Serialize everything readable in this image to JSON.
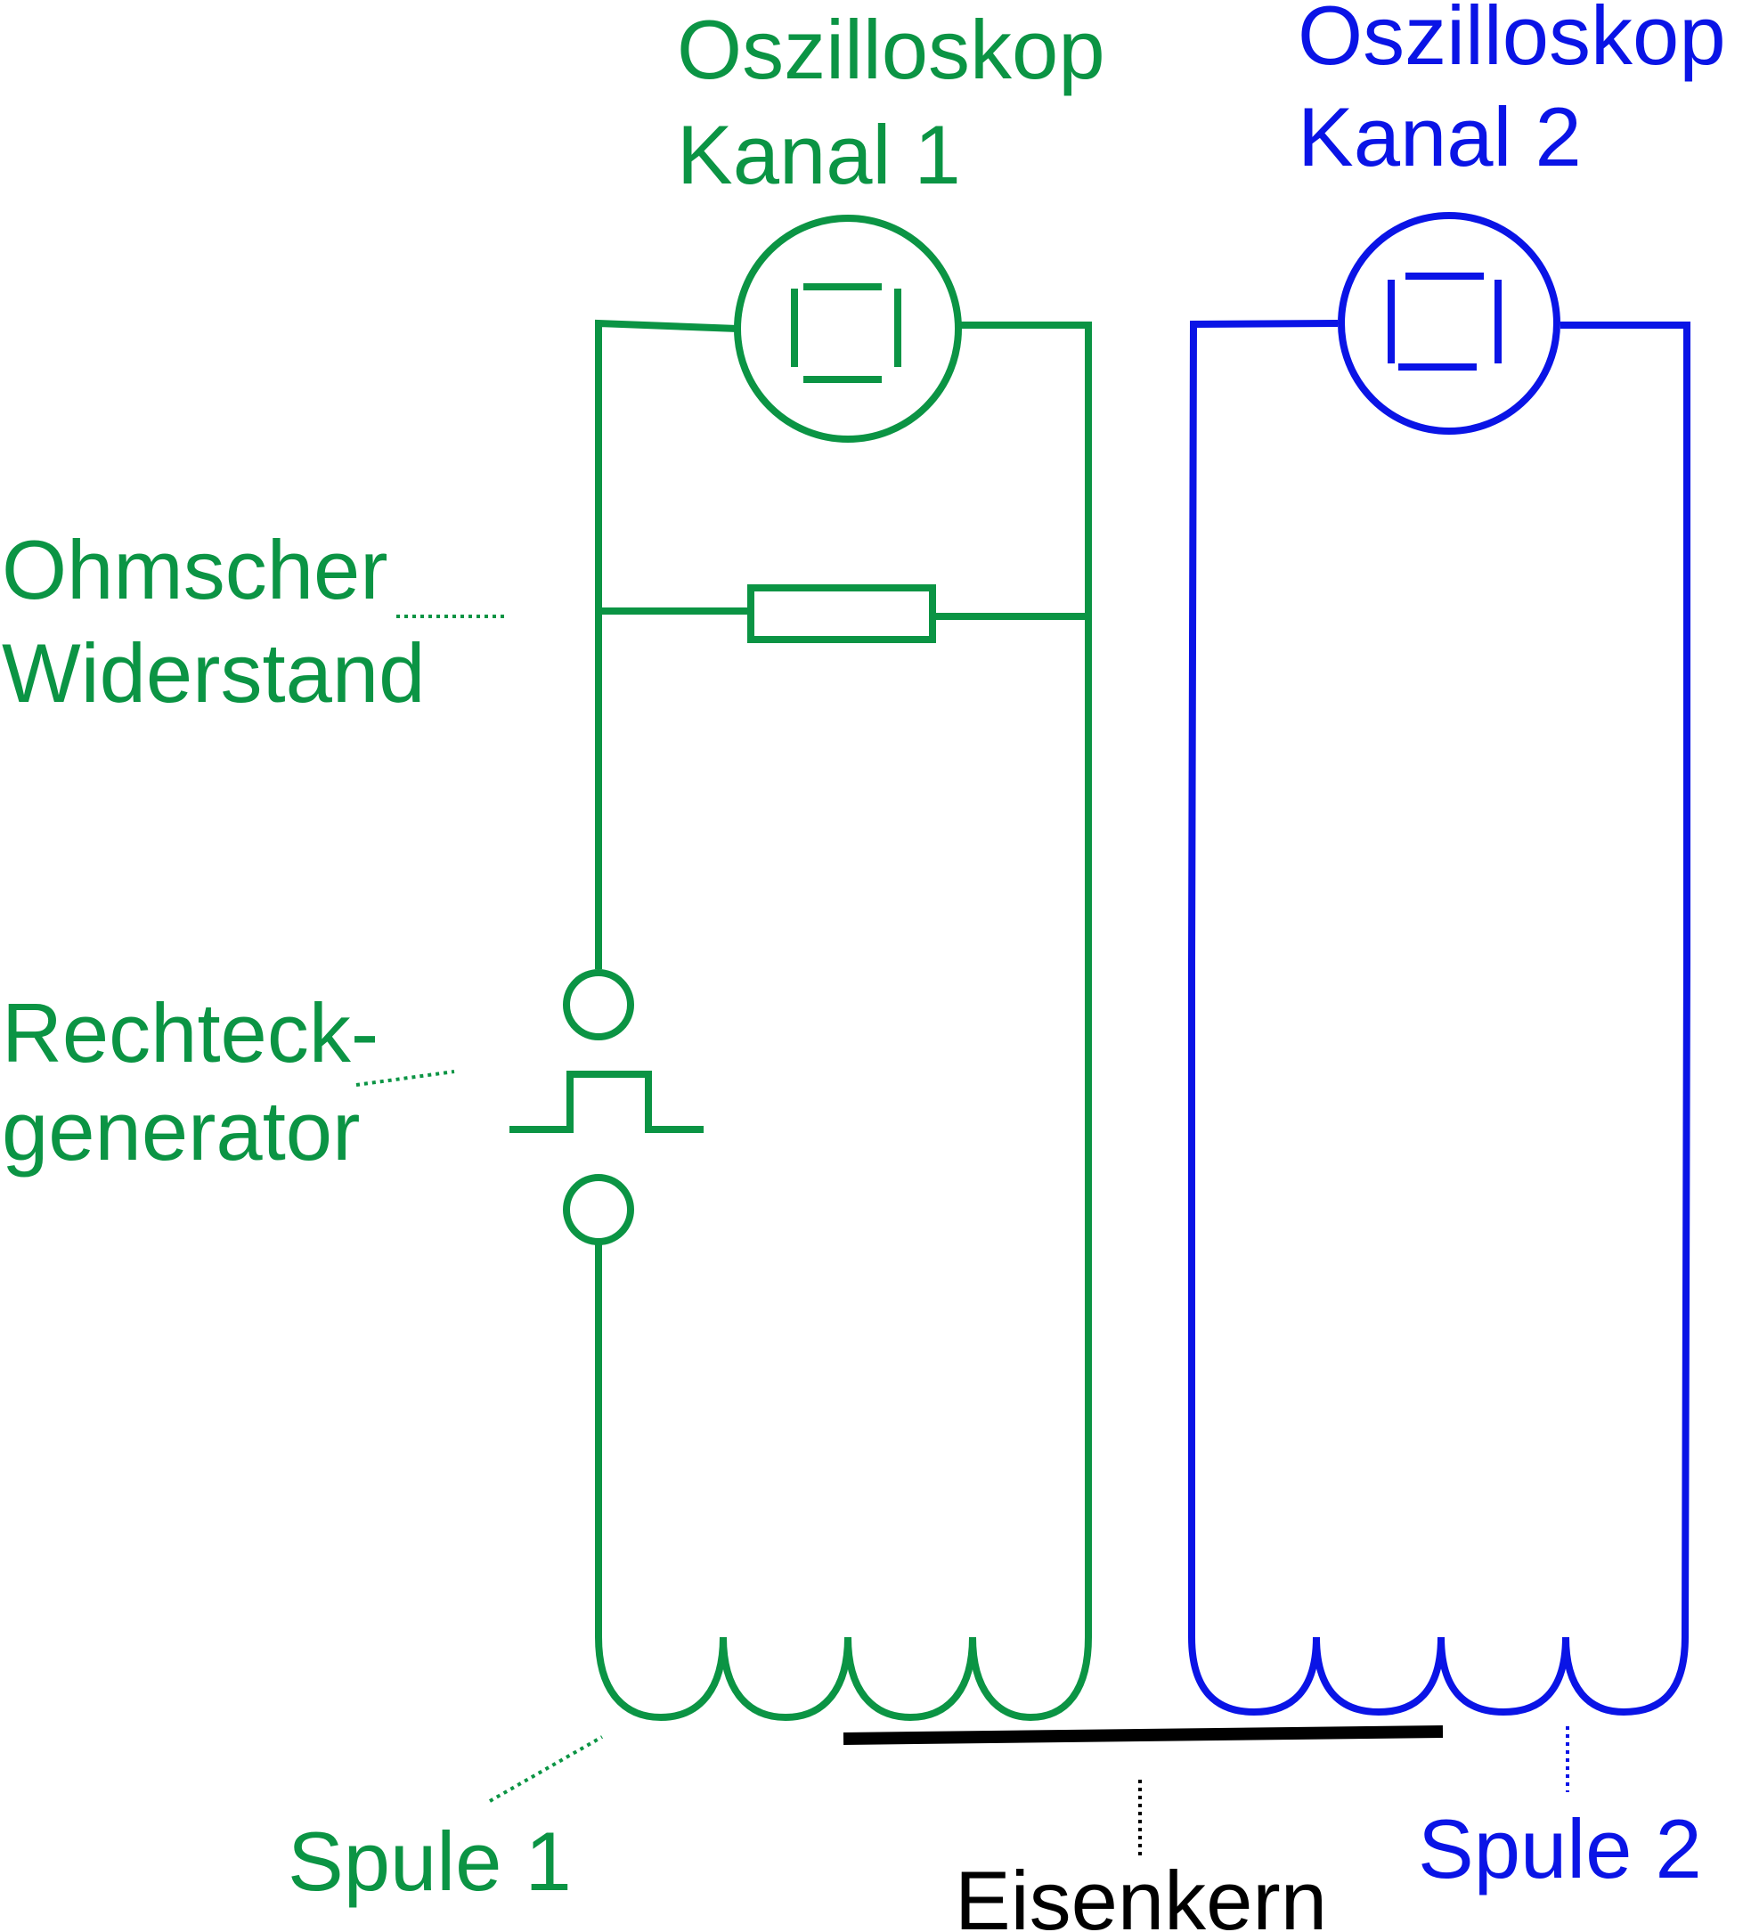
{
  "colors": {
    "circuit1": "#0B9444",
    "circuit2": "#0A14E6",
    "core": "#000000"
  },
  "labels": {
    "osc1_line1": "Oszilloskop",
    "osc1_line2": "Kanal 1",
    "osc2_line1": "Oszilloskop",
    "osc2_line2": "Kanal 2",
    "resistor_line1": "Ohmscher",
    "resistor_line2": "Widerstand",
    "generator_line1": "Rechteck-",
    "generator_line2": "generator",
    "coil1": "Spule 1",
    "coil2": "Spule 2",
    "core": "Eisenkern"
  }
}
